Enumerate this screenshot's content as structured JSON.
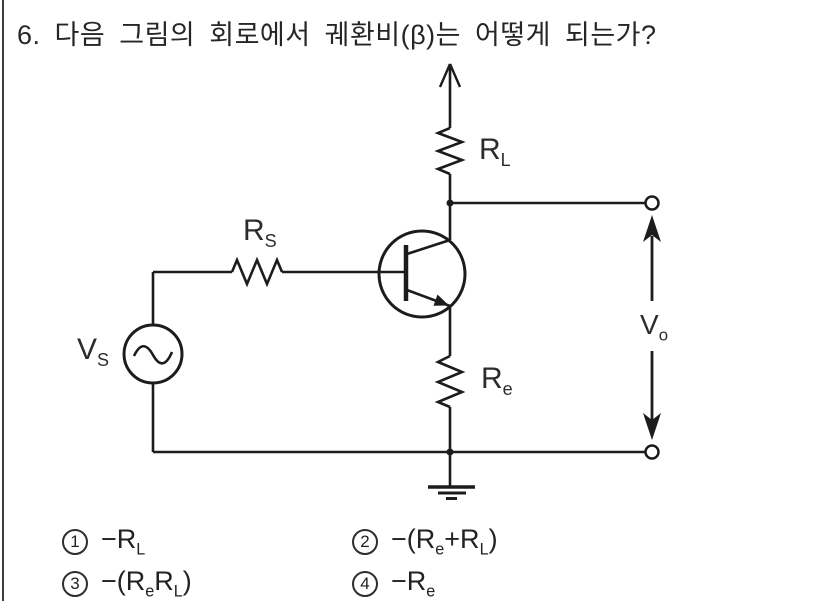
{
  "colors": {
    "ink": "#1c1c1c",
    "paper": "#ffffff"
  },
  "question": {
    "number": "6.",
    "text": "다음 그림의 회로에서 궤환비(β)는 어떻게 되는가?"
  },
  "circuit": {
    "labels": {
      "rs": [
        [
          "R",
          "S"
        ]
      ],
      "rl": [
        [
          "R",
          "L"
        ]
      ],
      "re": [
        [
          "R",
          "e"
        ]
      ],
      "vs": [
        [
          "V",
          "S"
        ]
      ],
      "vo": [
        [
          "V",
          "o"
        ]
      ]
    }
  },
  "options": [
    {
      "num": "1",
      "segments": [
        [
          "−R",
          "L"
        ]
      ]
    },
    {
      "num": "2",
      "segments": [
        [
          "−(R",
          "e"
        ],
        [
          "+R",
          "L"
        ],
        [
          ")",
          ""
        ]
      ]
    },
    {
      "num": "3",
      "segments": [
        [
          "−(R",
          "e"
        ],
        [
          "R",
          "L"
        ],
        [
          ")",
          ""
        ]
      ]
    },
    {
      "num": "4",
      "segments": [
        [
          "−R",
          "e"
        ]
      ]
    }
  ]
}
